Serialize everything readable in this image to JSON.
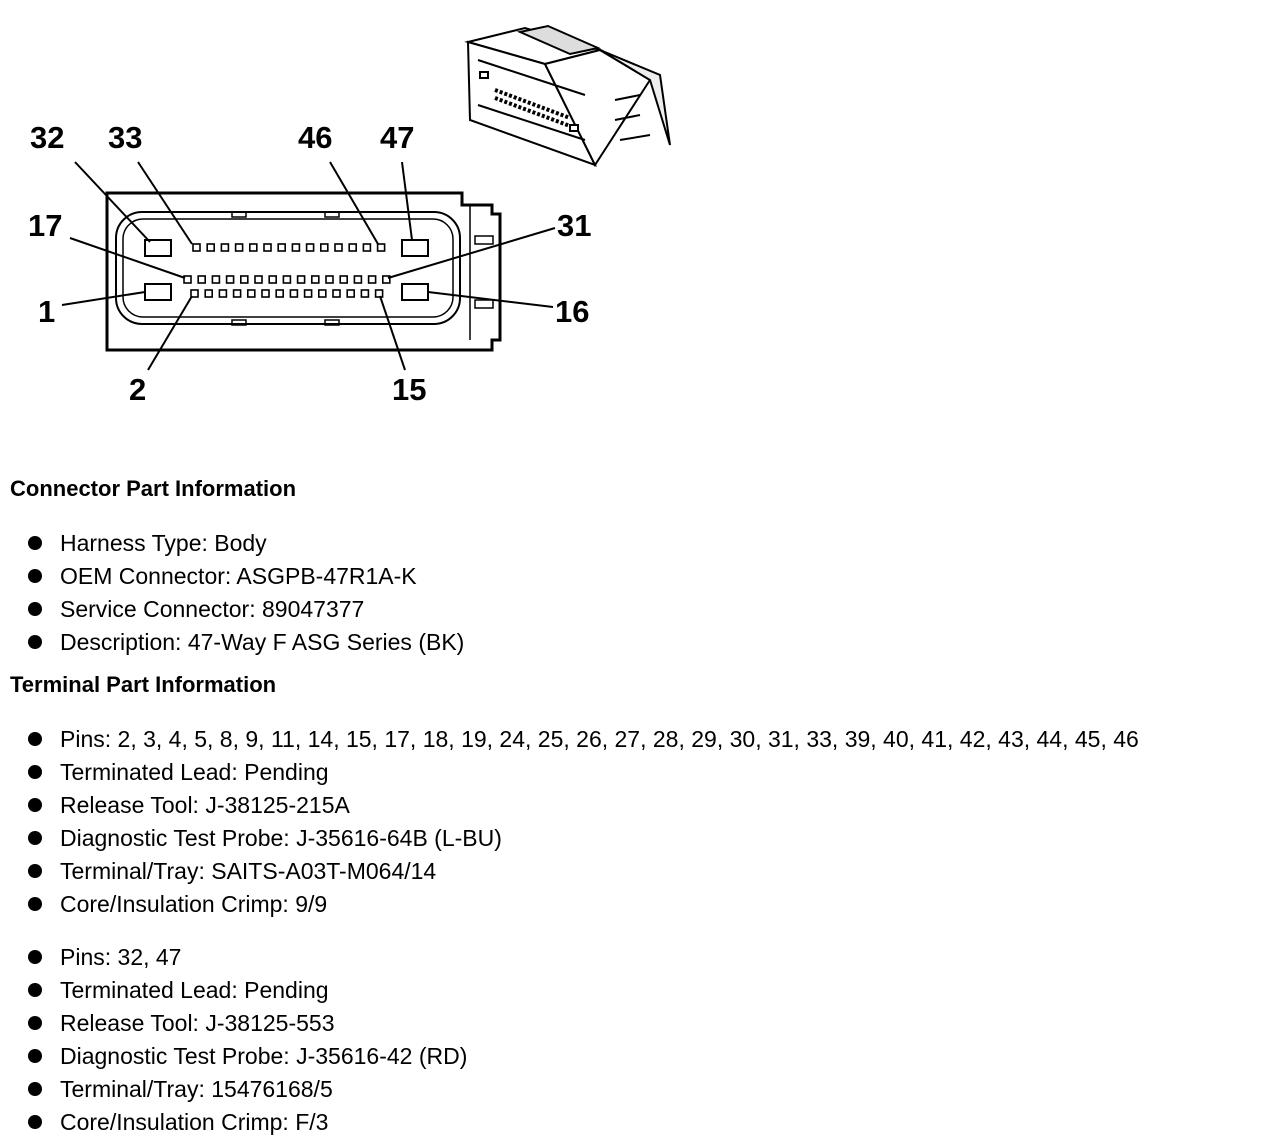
{
  "diagram": {
    "labels": {
      "p32": "32",
      "p33": "33",
      "p46": "46",
      "p47": "47",
      "p17": "17",
      "p31": "31",
      "p1": "1",
      "p16": "16",
      "p2": "2",
      "p15": "15"
    }
  },
  "connector_info": {
    "title": "Connector Part Information",
    "items": [
      "Harness Type: Body",
      "OEM Connector: ASGPB-47R1A-K",
      "Service Connector: 89047377",
      "Description: 47-Way F ASG Series (BK)"
    ]
  },
  "terminal_info": {
    "title": "Terminal Part Information",
    "groups": [
      [
        "Pins: 2, 3, 4, 5, 8, 9, 11, 14, 15, 17, 18, 19, 24, 25, 26, 27, 28, 29, 30, 31, 33, 39, 40, 41, 42, 43, 44, 45, 46",
        "Terminated Lead: Pending",
        "Release Tool: J-38125-215A",
        "Diagnostic Test Probe: J-35616-64B (L-BU)",
        "Terminal/Tray: SAITS-A03T-M064/14",
        "Core/Insulation Crimp: 9/9"
      ],
      [
        "Pins: 32, 47",
        "Terminated Lead: Pending",
        "Release Tool: J-38125-553",
        "Diagnostic Test Probe: J-35616-42 (RD)",
        "Terminal/Tray: 15476168/5",
        "Core/Insulation Crimp: F/3"
      ]
    ]
  }
}
